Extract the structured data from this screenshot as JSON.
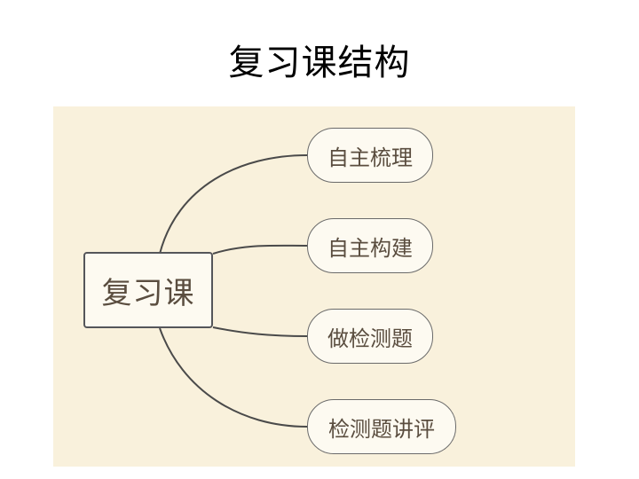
{
  "title": "复习课结构",
  "mindmap": {
    "root": "复习课",
    "branches": [
      {
        "label": "自主梳理"
      },
      {
        "label": "自主构建"
      },
      {
        "label": "做检测题"
      },
      {
        "label": "检测题讲评"
      }
    ]
  },
  "colors": {
    "background": "#f9f1dc",
    "connector": "#4a4a4a",
    "node_text": "#5a4d3f",
    "node_border": "#55565a"
  }
}
